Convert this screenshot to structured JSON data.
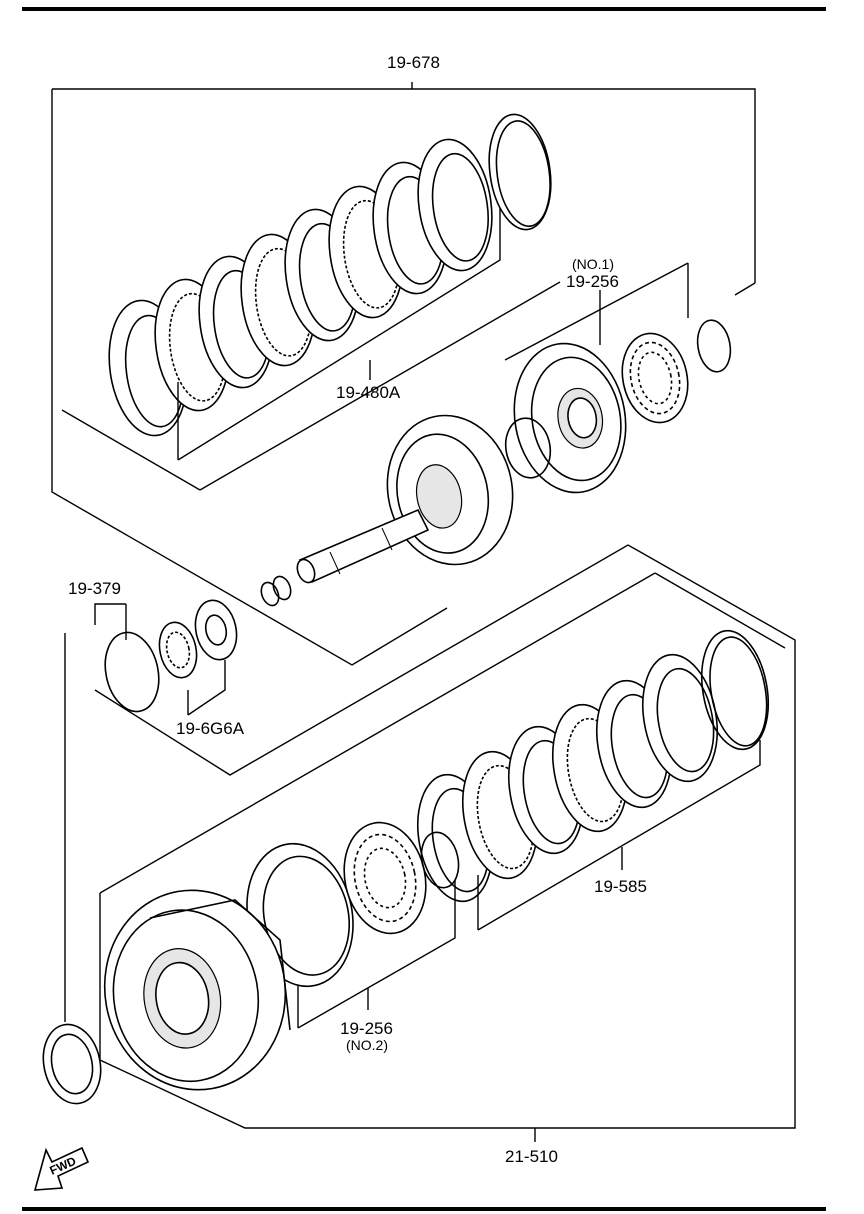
{
  "labels": {
    "clutch_assembly_top": "19-678",
    "piston_no1_note": "(NO.1)",
    "piston_no1": "19-256",
    "clutch_plates_top": "19-480A",
    "thrust_bearing_group": "19-379",
    "needle_bearing": "19-6G6A",
    "clutch_plates_bottom": "19-585",
    "piston_no2": "19-256",
    "piston_no2_note": "(NO.2)",
    "drum_assembly": "21-510"
  },
  "fwd_indicator": "FWD"
}
